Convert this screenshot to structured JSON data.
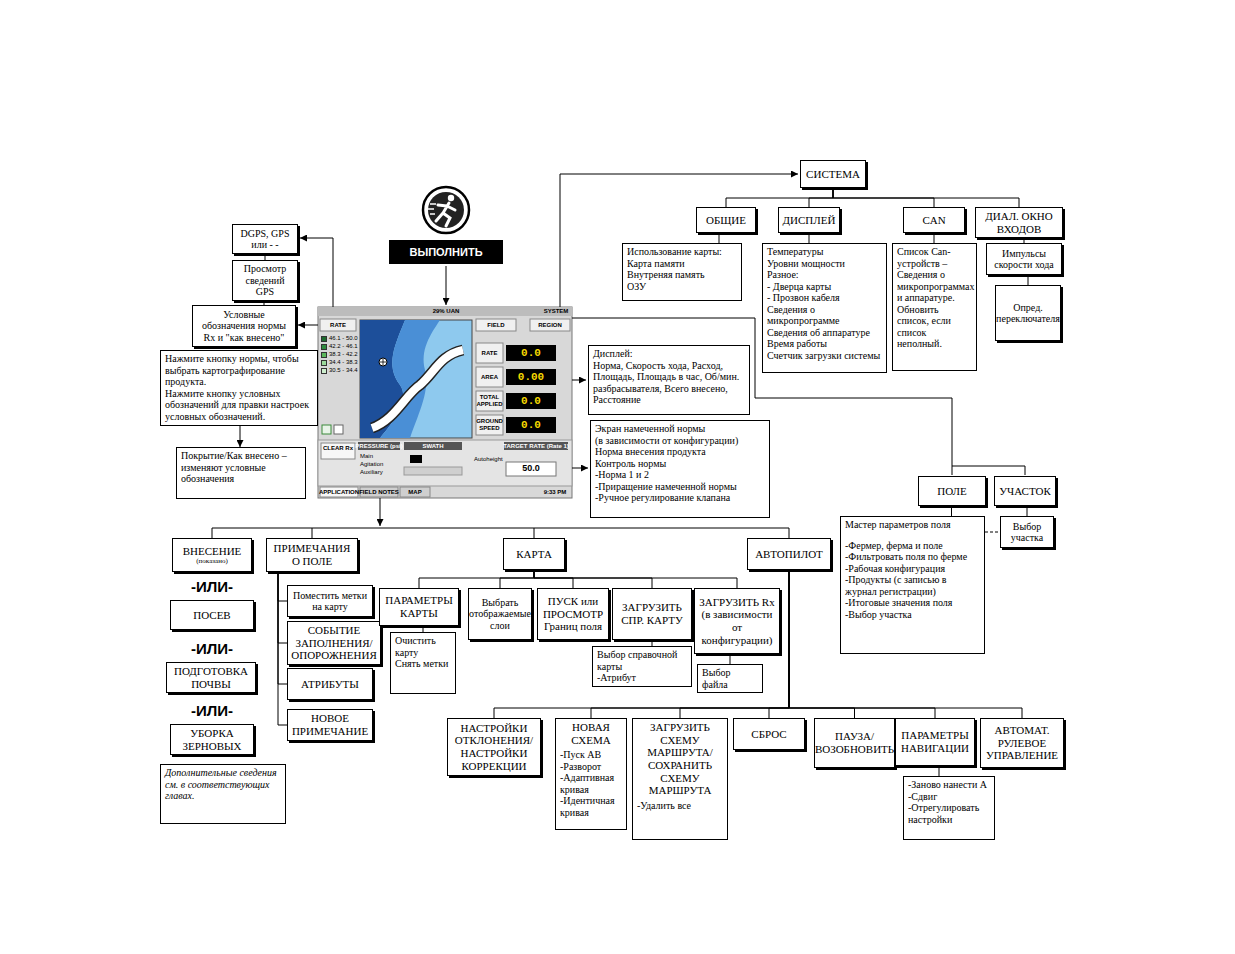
{
  "diagram": {
    "nodes": [
      {
        "text": [
          "СИСТЕМА"
        ]
      },
      {
        "text": [
          "ОБЩИЕ"
        ]
      },
      {
        "text": [
          "ДИСПЛЕЙ"
        ]
      },
      {
        "text": [
          "CAN"
        ]
      },
      {
        "text": [
          "ДИАЛ. ОКНО ВХОДОВ"
        ]
      },
      {
        "text": [
          "Использование карты:",
          "Карта памяти",
          "Внутреняя память",
          "ОЗУ"
        ]
      },
      {
        "text": [
          "Температуры",
          "Уровни мощности",
          "Разное:",
          "- Дверца карты",
          "- Прозвон кабеля",
          "Сведения о микропрограмме",
          "Сведения об аппаратуре",
          "Время работы",
          "Счетчик загрузки системы"
        ]
      },
      {
        "text": [
          "Список Can-устройств – Сведения о микропрограммах и аппаратуре. Обновить список, если список неполный."
        ]
      },
      {
        "text": [
          "Импульсы скорости хода"
        ]
      },
      {
        "text": [
          "Опред. переключателя"
        ]
      },
      {
        "text": [
          "DGPS, GPS или - -"
        ]
      },
      {
        "text": [
          "Просмотр сведений GPS"
        ]
      },
      {
        "text": [
          "Условные обозначения нормы Rx и \"как внесено\""
        ]
      },
      {
        "text": [
          "Нажмите кнопку нормы, чтобы выбрать картографирование продукта.",
          "Нажмите кнопку условных обозначений для правки настроек условных обозначений."
        ]
      },
      {
        "text": [
          "Покрытие/Как внесено – изменяют условные обозначения"
        ]
      },
      {
        "text": [
          "ВЫПОЛНИТЬ"
        ]
      },
      {
        "text": [
          "Дисплей:",
          "Норма, Скорость хода, Расход, Площадь, Площадь в час, Об/мин. разбрасывателя, Всего внесено, Расстояние"
        ]
      },
      {
        "text": [
          "Экран намеченной нормы",
          "(в зависимости от конфигурации)",
          "Норма внесения продукта",
          "Контроль нормы",
          "-Норма 1 и 2",
          "-Приращение намеченной нормы",
          "-Ручное регулирование клапана"
        ]
      },
      {
        "text": [
          "ПОЛЕ"
        ]
      },
      {
        "text": [
          "УЧАСТОК"
        ]
      },
      {
        "text": [
          "Мастер параметров поля",
          "-Фермер, ферма и поле",
          "-Фильтровать поля по ферме",
          "-Рабочая конфигурация",
          "-Продукты (с записью в журнал регистрации)",
          "-Итоговые значения поля",
          "-Выбор участка"
        ]
      },
      {
        "text": [
          "Выбор участка"
        ]
      },
      {
        "text": [
          "ВНЕСЕНИЕ",
          "(показано)"
        ]
      },
      {
        "text": [
          "ПОСЕВ"
        ]
      },
      {
        "text": [
          "ПОДГОТОВКА ПОЧВЫ"
        ]
      },
      {
        "text": [
          "УБОРКА ЗЕРНОВЫХ"
        ]
      },
      {
        "text": [
          "Дополнительные сведения см. в соответствующих главах."
        ]
      },
      {
        "text": [
          "ПРИМЕЧАНИЯ О ПОЛЕ"
        ]
      },
      {
        "text": [
          "Поместить метки на карту"
        ]
      },
      {
        "text": [
          "СОБЫТИЕ ЗАПОЛНЕНИЯ/ ОПОРОЖНЕНИЯ"
        ]
      },
      {
        "text": [
          "АТРИБУТЫ"
        ]
      },
      {
        "text": [
          "НОВОЕ ПРИМЕЧАНИЕ"
        ]
      },
      {
        "text": [
          "КАРТА"
        ]
      },
      {
        "text": [
          "АВТОПИЛОТ"
        ]
      },
      {
        "text": [
          "ПАРАМЕТРЫ КАРТЫ"
        ]
      },
      {
        "text": [
          "Очистить карту",
          "Снять метки"
        ]
      },
      {
        "text": [
          "Выбрать отображаемые слои"
        ]
      },
      {
        "text": [
          "ПУСК или ПРОСМОТР",
          "Границ поля"
        ]
      },
      {
        "text": [
          "ЗАГРУЗИТЬ СПР. КАРТУ"
        ]
      },
      {
        "text": [
          "Выбор справочной карты",
          "-Атрибут"
        ]
      },
      {
        "text": [
          "ЗАГРУЗИТЬ Rx",
          "(в зависимости от конфигурации)"
        ]
      },
      {
        "text": [
          "Выбор файла"
        ]
      },
      {
        "text": [
          "НАСТРОЙКИ ОТКЛОНЕНИЯ/ НАСТРОЙКИ КОРРЕКЦИИ"
        ]
      },
      {
        "text": [
          "НОВАЯ СХЕМА",
          "-Пуск АВ",
          "-Разворот",
          "-Адаптивная кривая",
          "-Идентичная кривая"
        ]
      },
      {
        "text": [
          "ЗАГРУЗИТЬ СХЕМУ МАРШРУТА/ СОХРАНИТЬ СХЕМУ МАРШРУТА",
          "-Удалить все"
        ]
      },
      {
        "text": [
          "СБРОС"
        ]
      },
      {
        "text": [
          "ПАУЗА/ ВОЗОБНОВИТЬ"
        ]
      },
      {
        "text": [
          "ПАРАМЕТРЫ НАВИГАЦИИ"
        ]
      },
      {
        "text": [
          "-Заново нанести А",
          "-Сдвиг",
          "-Отрегулировать настройки"
        ]
      },
      {
        "text": [
          "АВТОМАТ. РУЛЕВОЕ УПРАВЛЕНИЕ"
        ]
      }
    ],
    "edges": [
      {
        "from": 0,
        "to": 1,
        "arrow": "none"
      },
      {
        "from": 0,
        "to": 2,
        "arrow": "none"
      },
      {
        "from": 0,
        "to": 3,
        "arrow": "none"
      },
      {
        "from": 0,
        "to": 4,
        "arrow": "none"
      },
      {
        "from": 1,
        "to": 5,
        "arrow": "none"
      },
      {
        "from": 2,
        "to": 6,
        "arrow": "none"
      },
      {
        "from": 3,
        "to": 7,
        "arrow": "none"
      },
      {
        "from": 4,
        "to": 8,
        "arrow": "none"
      },
      {
        "from": 8,
        "to": 9,
        "arrow": "none"
      },
      {
        "from": 10,
        "to": 11,
        "arrow": "none"
      },
      {
        "from": 11,
        "to": 12,
        "arrow": "none"
      },
      {
        "from": 13,
        "to": 14,
        "arrow": "to"
      },
      {
        "from": 18,
        "to": 20,
        "arrow": "none"
      },
      {
        "from": 19,
        "to": 21,
        "arrow": "none"
      },
      {
        "from": 20,
        "to": 21,
        "arrow": "none"
      },
      {
        "from": 27,
        "to": 28,
        "arrow": "none"
      },
      {
        "from": 27,
        "to": 29,
        "arrow": "none"
      },
      {
        "from": 27,
        "to": 30,
        "arrow": "none"
      },
      {
        "from": 27,
        "to": 31,
        "arrow": "none"
      },
      {
        "from": 32,
        "to": 34,
        "arrow": "none"
      },
      {
        "from": 32,
        "to": 36,
        "arrow": "none"
      },
      {
        "from": 32,
        "to": 37,
        "arrow": "none"
      },
      {
        "from": 32,
        "to": 38,
        "arrow": "none"
      },
      {
        "from": 32,
        "to": 40,
        "arrow": "none"
      },
      {
        "from": 34,
        "to": 35,
        "arrow": "none"
      },
      {
        "from": 38,
        "to": 39,
        "arrow": "none"
      },
      {
        "from": 40,
        "to": 41,
        "arrow": "none"
      },
      {
        "from": 33,
        "to": 42,
        "arrow": "none"
      },
      {
        "from": 33,
        "to": 43,
        "arrow": "none"
      },
      {
        "from": 33,
        "to": 44,
        "arrow": "none"
      },
      {
        "from": 33,
        "to": 45,
        "arrow": "none"
      },
      {
        "from": 33,
        "to": 46,
        "arrow": "none"
      },
      {
        "from": 33,
        "to": 47,
        "arrow": "none"
      },
      {
        "from": 33,
        "to": 49,
        "arrow": "none"
      },
      {
        "from": 47,
        "to": 48,
        "arrow": "none"
      }
    ],
    "labels": [
      "-ИЛИ-",
      "-ИЛИ-",
      "-ИЛИ-",
      "29% UAN",
      "SYSTEM",
      "RATE",
      "FIELD",
      "REGION",
      "RATE",
      "AREA",
      "TOTAL APPLIED",
      "GROUND SPEED",
      "0.0",
      "0.00",
      "0.0",
      "0.0",
      "CLEAR Rx",
      "PRESSURE (psi)",
      "SWATH",
      "TARGET RATE (Rate 1)",
      "Main",
      "Agitation",
      "Auxiliary",
      "Autoheight",
      "50.0",
      "APPLICATION",
      "FIELD NOTES",
      "MAP",
      "9:33 PM"
    ],
    "legend": [
      {
        "text": "46.1 - 50.0",
        "color": "#1e6b2e"
      },
      {
        "text": "42.2 - 46.1",
        "color": "#2e8b3e"
      },
      {
        "text": "38.3 - 42.2",
        "color": "#5cb85c"
      },
      {
        "text": "34.4 - 38.3",
        "color": "#9bd89b"
      },
      {
        "text": "30.5 - 34.4",
        "color": "#cdeecd"
      }
    ]
  }
}
